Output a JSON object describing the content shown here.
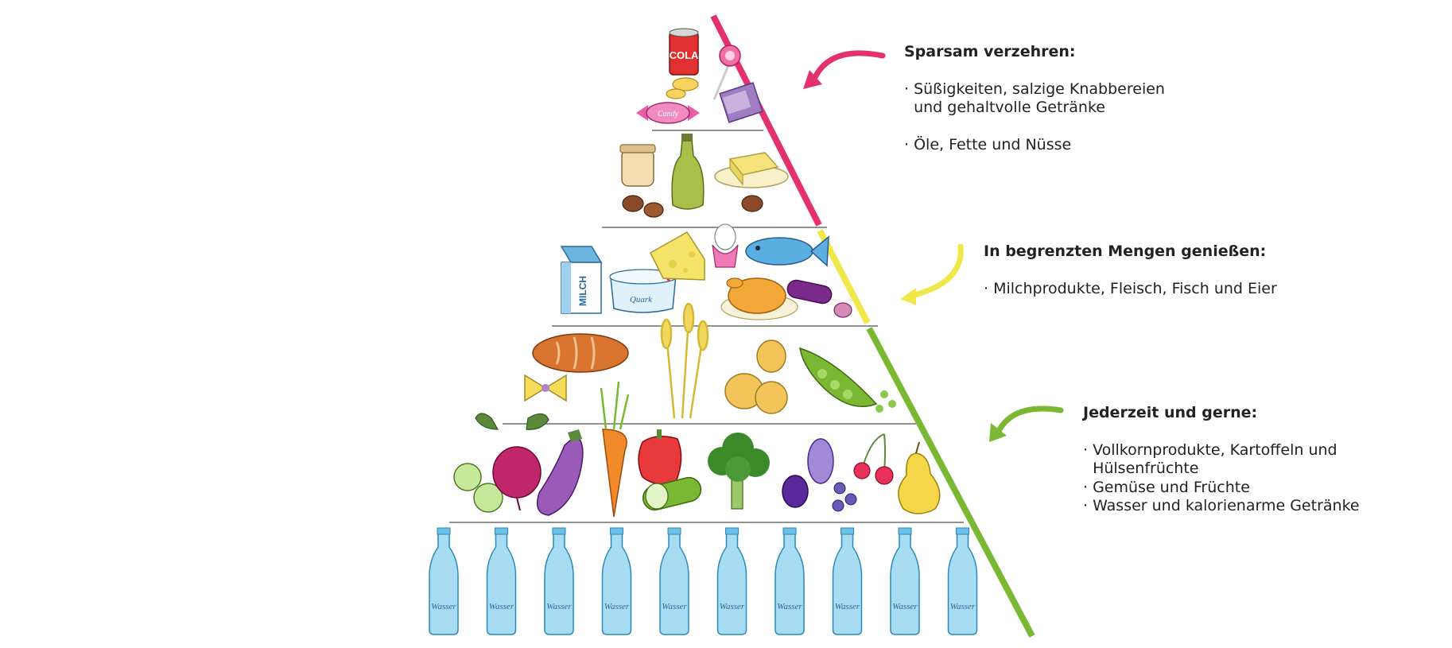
{
  "colors": {
    "sparsam": "#e5306f",
    "begrenzt": "#f0e84a",
    "jederzeit": "#7ab833",
    "divider": "#6e6e6e"
  },
  "tiers": [
    {
      "level": 1,
      "category": "sparsam",
      "foods": [
        "cola-can",
        "lollipop",
        "chocolate-bar",
        "candy",
        "chips"
      ],
      "labels": [
        "COLA",
        "Candy"
      ]
    },
    {
      "level": 2,
      "category": "sparsam",
      "foods": [
        "jar",
        "oil-bottle",
        "butter",
        "nuts"
      ]
    },
    {
      "level": 3,
      "category": "begrenzt",
      "foods": [
        "milk-carton",
        "cheese",
        "egg",
        "fish",
        "quark",
        "chicken",
        "sausage"
      ],
      "labels": [
        "MILCH",
        "Quark"
      ]
    },
    {
      "level": 4,
      "category": "jederzeit",
      "foods": [
        "bread",
        "wheat",
        "potatoes",
        "peas",
        "pasta"
      ]
    },
    {
      "level": 5,
      "category": "jederzeit",
      "foods": [
        "brussels-sprouts",
        "beetroot",
        "eggplant",
        "carrot",
        "pepper",
        "cucumber",
        "broccoli",
        "plums",
        "blueberries",
        "cherries",
        "pear"
      ]
    },
    {
      "level": 6,
      "category": "jederzeit",
      "foods": [
        "water-bottles"
      ],
      "bottle_count": 10,
      "bottle_label": "Wasser"
    }
  ],
  "groups": {
    "sparsam": {
      "heading": "Sparsam verzehren:",
      "items": [
        "· Süßigkeiten, salzige Knabbereien",
        "  und gehaltvolle Getränke",
        "",
        "· Öle, Fette und Nüsse"
      ]
    },
    "begrenzt": {
      "heading": "In begrenzten Mengen genießen:",
      "items": [
        "· Milchprodukte, Fleisch, Fisch und Eier"
      ]
    },
    "jederzeit": {
      "heading": "Jederzeit und gerne:",
      "items": [
        "· Vollkornprodukte, Kartoffeln und",
        "  Hülsenfrüchte",
        "· Gemüse und Früchte",
        "· Wasser und kalorienarme Getränke"
      ]
    }
  }
}
